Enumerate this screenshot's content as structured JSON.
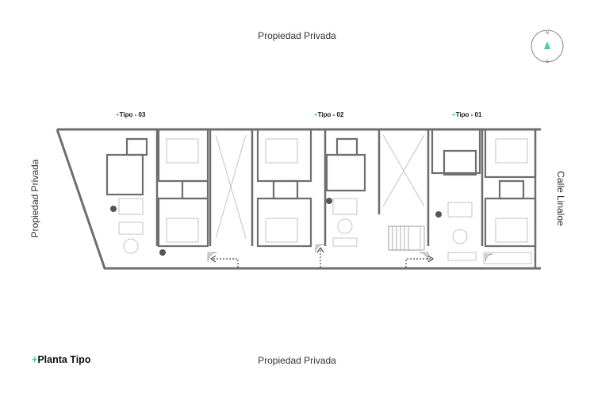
{
  "labels": {
    "top": "Propiedad Privada",
    "bottom": "Propiedad Privada",
    "left": "Propiedad Privada",
    "right": "Calle Linaloe"
  },
  "units": [
    {
      "plus": "+",
      "name": "Tipo - 03"
    },
    {
      "plus": "+",
      "name": "Tipo - 02"
    },
    {
      "plus": "+",
      "name": "Tipo - 01"
    }
  ],
  "title": {
    "plus": "+",
    "text": "Planta Tipo"
  },
  "compass": {
    "north": "N",
    "south": "S"
  },
  "colors": {
    "accent": "#3ccfb3",
    "wall": "#6e6e6e",
    "line": "#b5b5b5"
  }
}
